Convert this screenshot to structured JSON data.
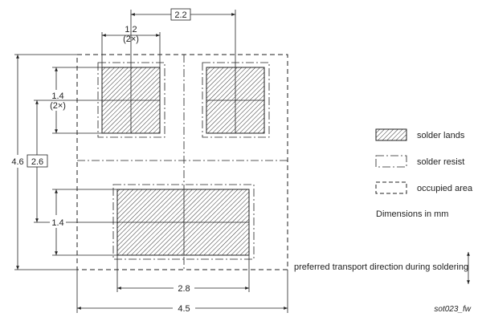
{
  "dimensions": {
    "top_pitch": "2.2",
    "pad_width": "1.2",
    "pad_width_count": "(2×)",
    "pad_height": "1.4",
    "pad_height_count": "(2×)",
    "total_height": "4.6",
    "pad_pitch_vertical": "2.6",
    "big_pad_height": "1.4",
    "big_pad_width": "2.8",
    "total_width": "4.5"
  },
  "legend": {
    "solder_lands": "solder lands",
    "solder_resist": "solder resist",
    "occupied_area": "occupied area",
    "units": "Dimensions in mm"
  },
  "transport_label": "preferred transport direction during soldering",
  "figure_id": "sot023_fw",
  "colors": {
    "line": "#222222",
    "hatch": "#333333",
    "pad_fill": "#ffffff"
  }
}
